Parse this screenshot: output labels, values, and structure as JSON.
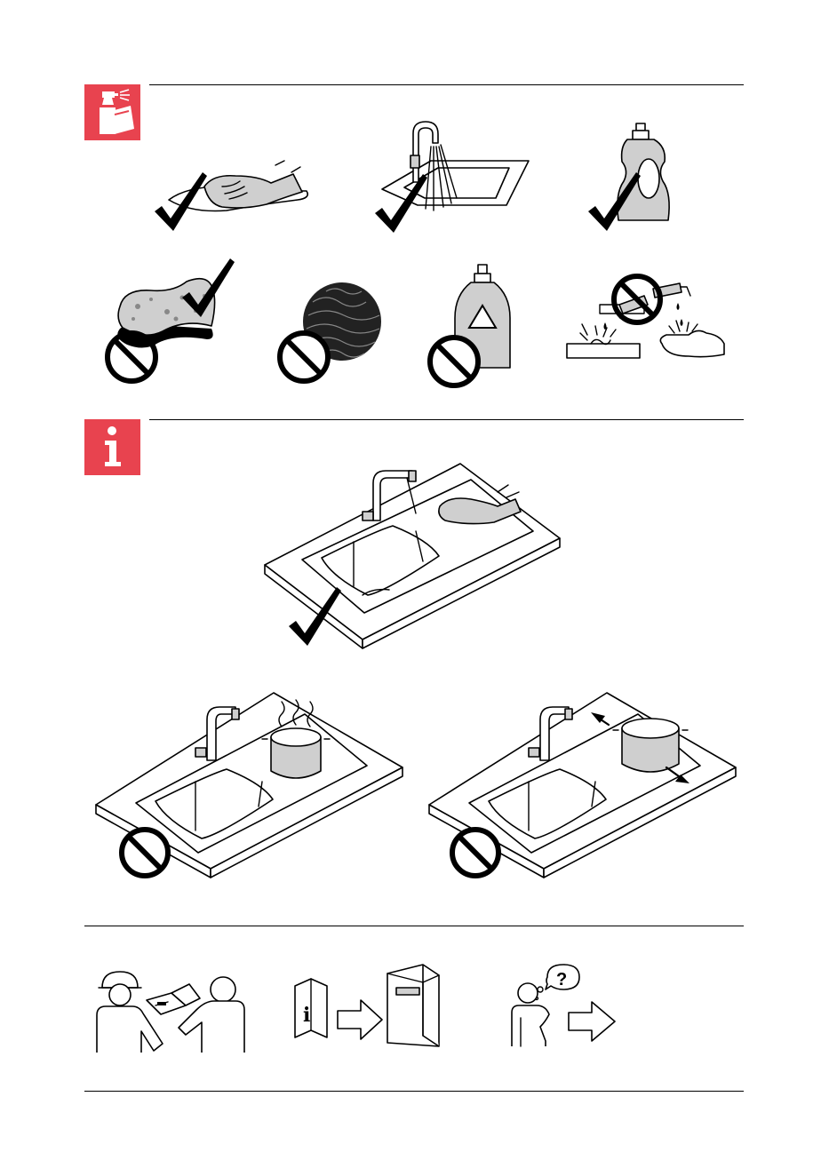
{
  "page": {
    "background": "#ffffff",
    "accent_color": "#e8434f",
    "line_color": "#000000"
  },
  "sections": [
    {
      "id": "cleaning",
      "badge_icon": "spray-bottle-cloth-icon",
      "allowed": [
        "wipe-cloth-icon",
        "rinse-water-icon",
        "mild-detergent-bottle-icon"
      ],
      "forbidden": [
        "scouring-sponge-icon",
        "steel-wool-icon",
        "abrasive-cleaner-icon",
        "acid-chemicals-icon"
      ]
    },
    {
      "id": "info",
      "badge_icon": "info-icon",
      "badge_letter": "i",
      "allowed": [
        "sink-wipe-clean-icon"
      ],
      "forbidden": [
        "hot-pot-on-surface-icon",
        "sliding-pot-icon"
      ]
    },
    {
      "id": "guidance",
      "items": [
        "installer-handover-icon",
        "read-manual-icon",
        "ask-questions-icon"
      ],
      "manual_letter": "i",
      "question_mark": "?"
    }
  ]
}
